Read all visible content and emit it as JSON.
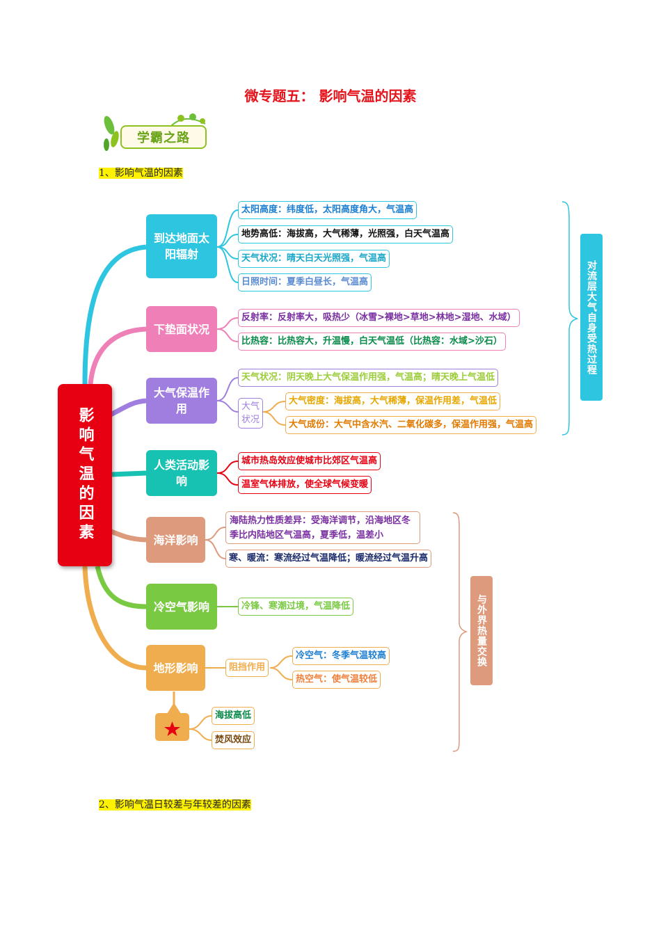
{
  "title": "微专题五：  影响气温的因素",
  "banner": "学霸之路",
  "section1": "1、影响气温的因素",
  "section2": "2、影响气温日较差与年较差的因素",
  "root": "影响气温的因素",
  "categories": {
    "solar": "到达地面太阳辐射",
    "surface": "下垫面状况",
    "atmos": "大气保温作用",
    "human": "人类活动影响",
    "ocean": "海洋影响",
    "cold": "冷空气影响",
    "terrain": "地形影响"
  },
  "solar": [
    "太阳高度：纬度低，太阳高度角大，气温高",
    "地势高低：海拔高，大气稀薄，光照强，白天气温高",
    "天气状况：晴天白天光照强，气温高",
    "日照时间：夏季白昼长，气温高"
  ],
  "surface": [
    "反射率：反射率大，吸热少（冰雪>裸地>草地>林地>湿地、水域）",
    "比热容：比热容大，升温慢，白天气温低（比热容：水域>沙石）"
  ],
  "atmos": {
    "weather": "天气状况：阴天晚上大气保温作用强，气温高；晴天晚上气温低",
    "sub": "大气状况",
    "density": "大气密度：海拔高，大气稀薄，保温作用差，气温低",
    "composition": "大气成份：大气中含水汽、二氧化碳多，保温作用强，气温高"
  },
  "human": [
    "城市热岛效应使城市比郊区气温高",
    "温室气体排放，使全球气候变暖"
  ],
  "ocean": [
    "海陆热力性质差异：受海洋调节，沿海地区冬季比内陆地区气温高，夏季低，温差小",
    "寒、暖流：寒流经过气温降低；暖流经过气温升高"
  ],
  "cold": [
    "冷锋、寒潮过境，气温降低"
  ],
  "terrain": {
    "block": "阻挡作用",
    "items": [
      "冷空气：冬季气温较高",
      "热空气：使气温较低"
    ],
    "extra": [
      "海拔高低",
      "焚风效应"
    ]
  },
  "side_right": "对流层大气自身受热过程",
  "side_bottom": "与外界热量交换",
  "colors": {
    "red": "#e60012",
    "cyan": "#2ec5e0",
    "pink": "#ee7fb7",
    "purple": "#a07ee0",
    "teal": "#17c2b3",
    "salmon": "#dd9a7c",
    "green": "#7ac943",
    "orange": "#f0ad4e"
  }
}
